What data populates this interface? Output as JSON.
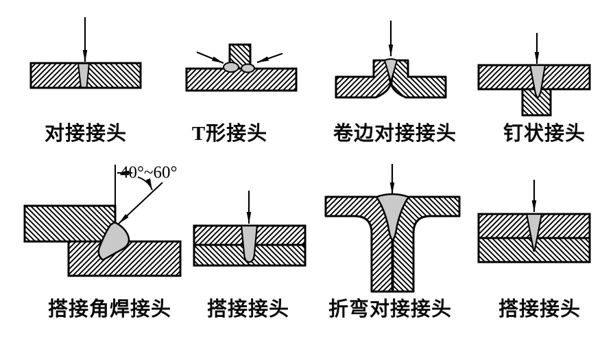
{
  "colors": {
    "background": "#ffffff",
    "line": "#000000",
    "weld": "#c9c9c9"
  },
  "joints": [
    {
      "id": "butt-joint",
      "label": "对接接头"
    },
    {
      "id": "t-joint",
      "label": "T形接头"
    },
    {
      "id": "flanged-butt-joint",
      "label": "卷边对接接头"
    },
    {
      "id": "nail-shaped-joint",
      "label": "钉状接头"
    },
    {
      "id": "lap-fillet-joint",
      "label": "搭接角焊接头",
      "annotation": "40°~60°"
    },
    {
      "id": "lap-joint",
      "label": "搭接接头"
    },
    {
      "id": "bent-butt-joint",
      "label": "折弯对接接头"
    },
    {
      "id": "lap-joint-2",
      "label": "搭接接头"
    }
  ]
}
